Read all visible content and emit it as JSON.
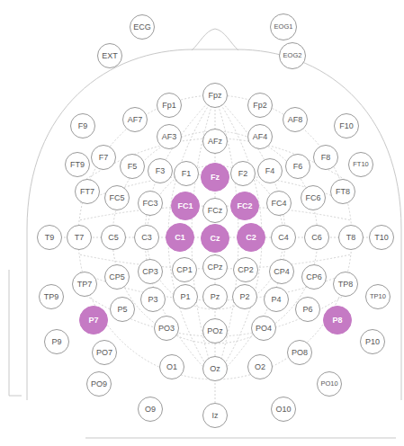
{
  "diagram": {
    "nodes": [
      {
        "text": [
          "ECG"
        ]
      },
      {
        "text": [
          "EOG1"
        ]
      },
      {
        "text": [
          "EXT"
        ]
      },
      {
        "text": [
          "EOG2"
        ]
      },
      {
        "text": [
          "Fp1"
        ]
      },
      {
        "text": [
          "Fpz"
        ]
      },
      {
        "text": [
          "Fp2"
        ]
      },
      {
        "text": [
          "F9"
        ]
      },
      {
        "text": [
          "AF7"
        ]
      },
      {
        "text": [
          "AF8"
        ]
      },
      {
        "text": [
          "F10"
        ]
      },
      {
        "text": [
          "AF3"
        ]
      },
      {
        "text": [
          "AFz"
        ]
      },
      {
        "text": [
          "AF4"
        ]
      },
      {
        "text": [
          "F7"
        ]
      },
      {
        "text": [
          "F5"
        ]
      },
      {
        "text": [
          "F3"
        ]
      },
      {
        "text": [
          "F1"
        ]
      },
      {
        "text": [
          "Fz"
        ]
      },
      {
        "text": [
          "F2"
        ]
      },
      {
        "text": [
          "F4"
        ]
      },
      {
        "text": [
          "F6"
        ]
      },
      {
        "text": [
          "F8"
        ]
      },
      {
        "text": [
          "FT9"
        ]
      },
      {
        "text": [
          "FT10"
        ]
      },
      {
        "text": [
          "FT7"
        ]
      },
      {
        "text": [
          "FC5"
        ]
      },
      {
        "text": [
          "FC3"
        ]
      },
      {
        "text": [
          "FC1"
        ]
      },
      {
        "text": [
          "FCz"
        ]
      },
      {
        "text": [
          "FC2"
        ]
      },
      {
        "text": [
          "FC4"
        ]
      },
      {
        "text": [
          "FC6"
        ]
      },
      {
        "text": [
          "FT8"
        ]
      },
      {
        "text": [
          "T9"
        ]
      },
      {
        "text": [
          "T7"
        ]
      },
      {
        "text": [
          "C5"
        ]
      },
      {
        "text": [
          "C3"
        ]
      },
      {
        "text": [
          "C1"
        ]
      },
      {
        "text": [
          "Cz"
        ]
      },
      {
        "text": [
          "C2"
        ]
      },
      {
        "text": [
          "C4"
        ]
      },
      {
        "text": [
          "C6"
        ]
      },
      {
        "text": [
          "T8"
        ]
      },
      {
        "text": [
          "T10"
        ]
      },
      {
        "text": [
          "TP7"
        ]
      },
      {
        "text": [
          "CP5"
        ]
      },
      {
        "text": [
          "CP3"
        ]
      },
      {
        "text": [
          "CP1"
        ]
      },
      {
        "text": [
          "CPz"
        ]
      },
      {
        "text": [
          "CP2"
        ]
      },
      {
        "text": [
          "CP4"
        ]
      },
      {
        "text": [
          "CP6"
        ]
      },
      {
        "text": [
          "TP8"
        ]
      },
      {
        "text": [
          "TP9"
        ]
      },
      {
        "text": [
          "TP10"
        ]
      },
      {
        "text": [
          "P7"
        ]
      },
      {
        "text": [
          "P5"
        ]
      },
      {
        "text": [
          "P3"
        ]
      },
      {
        "text": [
          "P1"
        ]
      },
      {
        "text": [
          "Pz"
        ]
      },
      {
        "text": [
          "P2"
        ]
      },
      {
        "text": [
          "P4"
        ]
      },
      {
        "text": [
          "P6"
        ]
      },
      {
        "text": [
          "P8"
        ]
      },
      {
        "text": [
          "PO3"
        ]
      },
      {
        "text": [
          "POz"
        ]
      },
      {
        "text": [
          "PO4"
        ]
      },
      {
        "text": [
          "P9"
        ]
      },
      {
        "text": [
          "P10"
        ]
      },
      {
        "text": [
          "PO7"
        ]
      },
      {
        "text": [
          "PO8"
        ]
      },
      {
        "text": [
          "O1"
        ]
      },
      {
        "text": [
          "Oz"
        ]
      },
      {
        "text": [
          "O2"
        ]
      },
      {
        "text": [
          "PO9"
        ]
      },
      {
        "text": [
          "PO10"
        ]
      },
      {
        "text": [
          "O9"
        ]
      },
      {
        "text": [
          "Iz"
        ]
      },
      {
        "text": [
          "O10"
        ]
      }
    ]
  }
}
